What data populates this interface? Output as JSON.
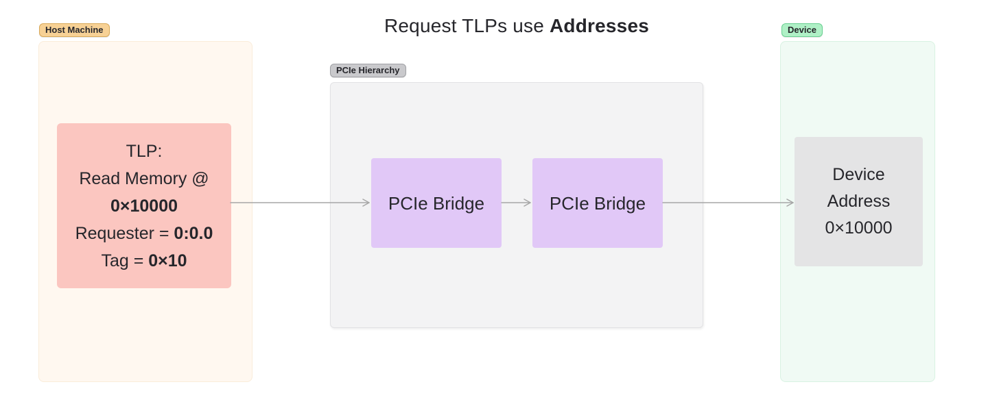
{
  "title": {
    "prefix": "Request TLPs use ",
    "emphasis": "Addresses"
  },
  "host_machine": {
    "badge_label": "Host Machine",
    "tlp_box": {
      "line1": "TLP:",
      "line2": "Read Memory @",
      "line3_bold": "0×10000",
      "line4_prefix": "Requester = ",
      "line4_bold": "0:0.0",
      "line5_prefix": "Tag = ",
      "line5_bold": "0×10"
    }
  },
  "pcie_hierarchy": {
    "badge_label": "PCIe Hierarchy",
    "bridges": [
      {
        "label": "PCIe Bridge"
      },
      {
        "label": "PCIe Bridge"
      }
    ]
  },
  "device": {
    "badge_label": "Device",
    "address_box": {
      "line1": "Device",
      "line2": "Address",
      "line3": "0×10000"
    }
  },
  "colors": {
    "text": "#26262b",
    "arrow": "#a6a6a6",
    "host_panel_bg": "#fff8f0",
    "host_panel_border": "#faecd9",
    "host_badge_bg": "#f7d195",
    "host_badge_border": "#d8a858",
    "tlp_box_bg": "#fbc6c0",
    "hierarchy_panel_bg": "#f3f3f4",
    "hierarchy_panel_border": "#e2e2e4",
    "hierarchy_badge_bg": "#c9c9cc",
    "hierarchy_badge_border": "#9fa0a4",
    "bridge_box_bg": "#e1c8f7",
    "device_panel_bg": "#f0faf4",
    "device_panel_border": "#d8f2e2",
    "device_badge_bg": "#aff0c6",
    "device_badge_border": "#68cf90",
    "device_box_bg": "#e4e4e5"
  }
}
